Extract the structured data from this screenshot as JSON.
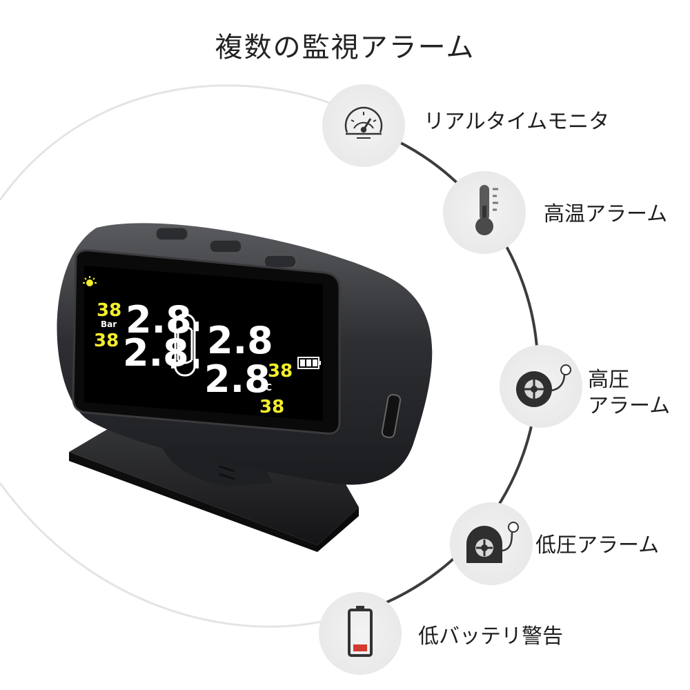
{
  "title": "複数の監視アラーム",
  "features": [
    {
      "icon": "gauge-icon",
      "label": "リアルタイムモニタ"
    },
    {
      "icon": "thermometer-icon",
      "label": "高温アラーム"
    },
    {
      "icon": "tire-gauge-icon",
      "label_line1": "高圧",
      "label_line2": "アラーム"
    },
    {
      "icon": "flat-tire-icon",
      "label": "低圧アラーム"
    },
    {
      "icon": "low-battery-icon",
      "label": "低バッテリ警告"
    }
  ],
  "device": {
    "pressure_unit": "Bar",
    "temp_unit": "°C",
    "pressure_readings": [
      "2.8",
      "2.8",
      "2.8",
      "2.8"
    ],
    "temperature_readings": [
      "38",
      "38",
      "38",
      "38"
    ],
    "lcd_color": "#f2ee2a"
  }
}
